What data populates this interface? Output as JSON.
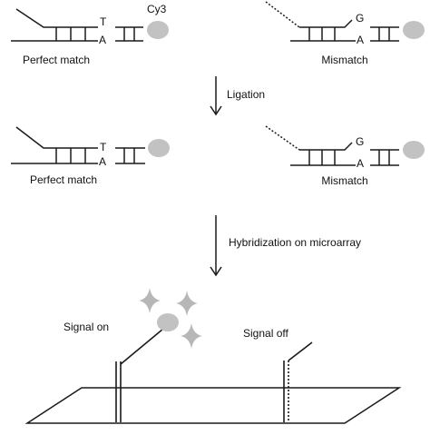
{
  "colors": {
    "line": "#1a1a1a",
    "probe_blob": "#c2c2c2",
    "sparkle": "#b7b7b7",
    "background": "#ffffff"
  },
  "stage1": {
    "left": {
      "label": "Perfect match",
      "base_top": "T",
      "base_bottom": "A",
      "dye": "Cy3"
    },
    "right": {
      "label": "Mismatch",
      "base_top": "G",
      "base_bottom": "A"
    }
  },
  "step1": {
    "label": "Ligation"
  },
  "stage2": {
    "left": {
      "label": "Perfect match",
      "base_top": "T",
      "base_bottom": "A"
    },
    "right": {
      "label": "Mismatch",
      "base_top": "G",
      "base_bottom": "A"
    }
  },
  "step2": {
    "label": "Hybridization on microarray"
  },
  "array": {
    "signal_on": "Signal on",
    "signal_off": "Signal off"
  }
}
